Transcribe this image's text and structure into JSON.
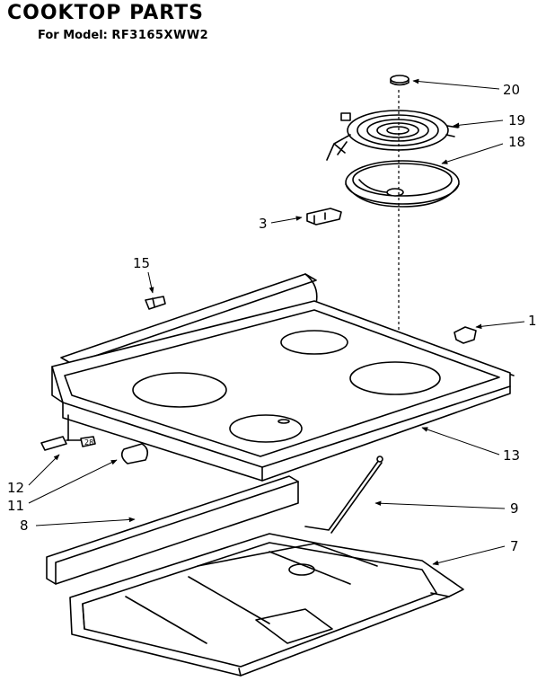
{
  "header": {
    "title": "COOKTOP PARTS",
    "model_prefix": "For Model:",
    "model_number": "RF3165XWW2"
  },
  "callouts": [
    {
      "id": "c20",
      "label": "20"
    },
    {
      "id": "c19",
      "label": "19"
    },
    {
      "id": "c18",
      "label": "18"
    },
    {
      "id": "c3",
      "label": "3"
    },
    {
      "id": "c15",
      "label": "15"
    },
    {
      "id": "c1",
      "label": "1"
    },
    {
      "id": "c13",
      "label": "13"
    },
    {
      "id": "c12",
      "label": "12"
    },
    {
      "id": "c11",
      "label": "11"
    },
    {
      "id": "c8",
      "label": "8"
    },
    {
      "id": "c9",
      "label": "9"
    },
    {
      "id": "c7",
      "label": "7"
    }
  ],
  "part_stamp": "28"
}
